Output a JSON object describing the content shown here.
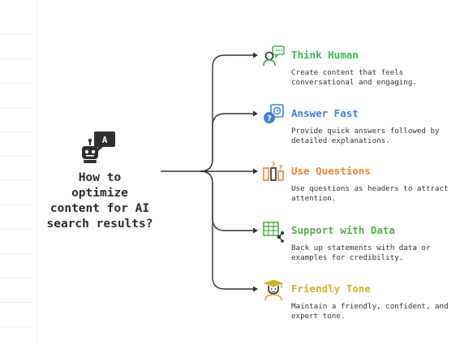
{
  "center": {
    "title_lines": [
      "How to",
      "optimize",
      "content for AI",
      "search results?"
    ],
    "icon": "robot-chat-icon"
  },
  "items": [
    {
      "title": "Think Human",
      "description_lines": [
        "Create content that feels",
        "conversational and engaging."
      ],
      "color": "#3cb55a",
      "icon": "person-speech-icon"
    },
    {
      "title": "Answer Fast",
      "description_lines": [
        "Provide quick answers followed by",
        "detailed explanations."
      ],
      "color": "#3f7fd6",
      "icon": "question-timer-icon"
    },
    {
      "title": "Use Questions",
      "description_lines": [
        "Use questions as headers to attract",
        "attention."
      ],
      "color": "#e8873a",
      "icon": "question-headers-icon"
    },
    {
      "title": "Support with Data",
      "description_lines": [
        "Back up statements with data or",
        "examples for credibility."
      ],
      "color": "#56ad4c",
      "icon": "data-table-icon"
    },
    {
      "title": "Friendly Tone",
      "description_lines": [
        "Maintain a friendly, confident, and",
        "expert tone."
      ],
      "color": "#d3b12a",
      "icon": "graduate-icon"
    }
  ]
}
